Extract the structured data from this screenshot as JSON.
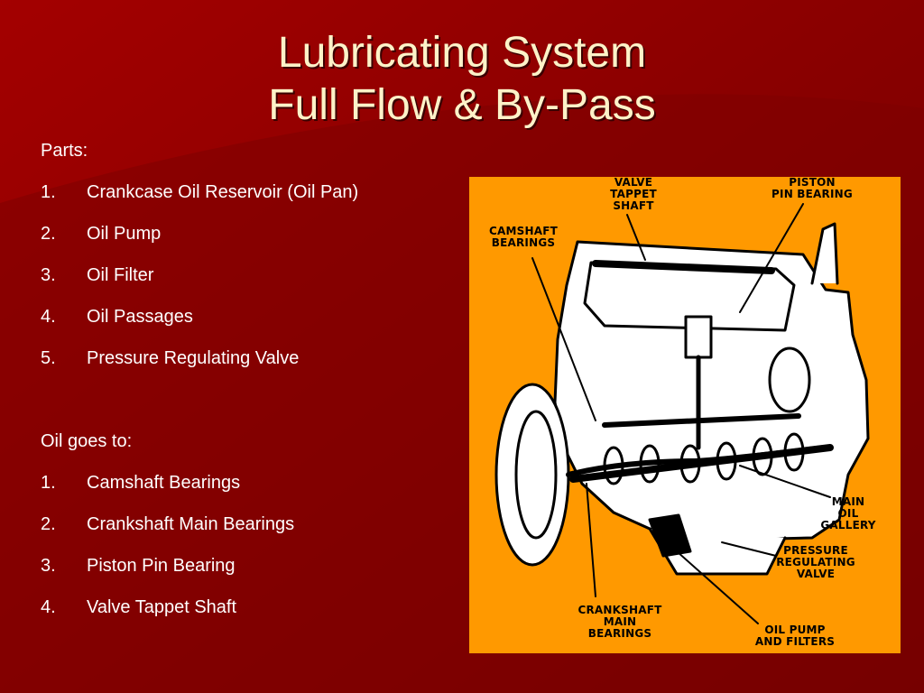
{
  "slide": {
    "title_line1": "Lubricating System",
    "title_line2": "Full Flow & By-Pass"
  },
  "parts": {
    "heading": "Parts:",
    "items": [
      {
        "num": "1.",
        "label": "Crankcase Oil Reservoir (Oil Pan)"
      },
      {
        "num": "2.",
        "label": "Oil Pump"
      },
      {
        "num": "3.",
        "label": "Oil Filter"
      },
      {
        "num": "4.",
        "label": "Oil Passages"
      },
      {
        "num": "5.",
        "label": "Pressure Regulating Valve"
      }
    ]
  },
  "oil_goes_to": {
    "heading": "Oil goes to:",
    "items": [
      {
        "num": "1.",
        "label": "Camshaft Bearings"
      },
      {
        "num": "2.",
        "label": "Crankshaft Main Bearings"
      },
      {
        "num": "3.",
        "label": "Piston Pin Bearing"
      },
      {
        "num": "4.",
        "label": "Valve Tappet Shaft"
      }
    ]
  },
  "diagram": {
    "callouts": {
      "valve_tappet_shaft": [
        "VALVE",
        "TAPPET",
        "SHAFT"
      ],
      "piston_pin_bearing": [
        "PISTON",
        "PIN BEARING"
      ],
      "camshaft_bearings": [
        "CAMSHAFT",
        "BEARINGS"
      ],
      "main_oil_gallery": [
        "MAIN",
        "OIL",
        "GALLERY"
      ],
      "pressure_regulating_valve": [
        "PRESSURE",
        "REGULATING",
        "VALVE"
      ],
      "crankshaft_main_bearings": [
        "CRANKSHAFT",
        "MAIN BEARINGS"
      ],
      "oil_pump_filters": [
        "OIL PUMP",
        "AND FILTERS"
      ]
    },
    "colors": {
      "panel": "#ff9900",
      "ink": "#000000",
      "engine_body": "#ffffff"
    }
  },
  "colors": {
    "background": "#8e0000",
    "title": "#fdf2c8",
    "text": "#ffffff"
  }
}
